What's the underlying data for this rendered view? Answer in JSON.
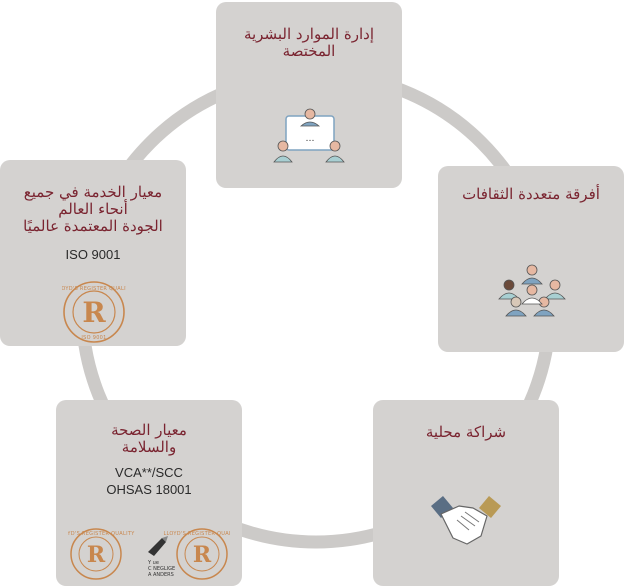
{
  "cards": {
    "hr": {
      "title": "إدارة الموارد البشرية\nالمختصة",
      "icon": "meeting-icon"
    },
    "multicultural": {
      "title": "أفرقة متعددة الثقافات",
      "icon": "team-icon"
    },
    "partnership": {
      "title": "شراكة محلية",
      "icon": "handshake-icon"
    },
    "safety": {
      "title": "معيار الصحة\nوالسلامة",
      "standards": "VCA**/SCC\nOHSAS 18001",
      "seals": [
        "quality-assurance-seal",
        "vca-logo",
        "quality-assurance-seal"
      ]
    },
    "quality": {
      "title": "معيار الخدمة في جميع\nأنحاء العالم\nالجودة المعتمدة عالميًا",
      "standard": "ISO 9001",
      "seal": "quality-assurance-seal"
    }
  },
  "colors": {
    "card": "#d4d2d0",
    "ring": "#cccac8",
    "title": "#7a2430",
    "seal": "#c8874e"
  }
}
